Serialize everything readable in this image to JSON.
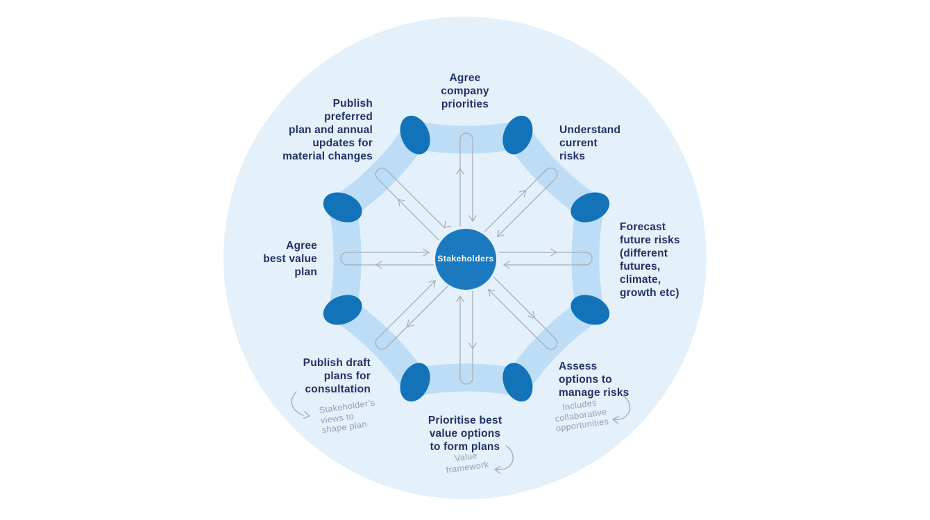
{
  "diagram": {
    "hub_label": "Stakeholders",
    "steps": {
      "top": "Agree\ncompany\npriorities",
      "top_right": "Understand\ncurrent\nrisks",
      "right": "Forecast\nfuture risks\n(different\nfutures,\nclimate,\ngrowth etc)",
      "bottom_right": "Assess\noptions to\nmanage risks",
      "bottom": "Prioritise best\nvalue options\nto form plans",
      "bottom_left": "Publish draft\nplans for\nconsultation",
      "left": "Agree\nbest value\nplan",
      "top_left": "Publish\npreferred\nplan and annual\nupdates for\nmaterial changes"
    },
    "annotations": {
      "bottom_left": "Stakeholder’s\nviews to\nshape plan",
      "bottom": "Value\nframework",
      "bottom_right": "Includes\ncollaborative\nopportunities"
    },
    "colors": {
      "background_circle": "#E4F0FA",
      "ring_band": "#BCDDF5",
      "node_blue": "#1273B8",
      "hub_blue": "#1B7ABF",
      "navy_text": "#213266",
      "gray_text": "#979DA6",
      "arrow_gray": "#A9ADB4"
    }
  }
}
